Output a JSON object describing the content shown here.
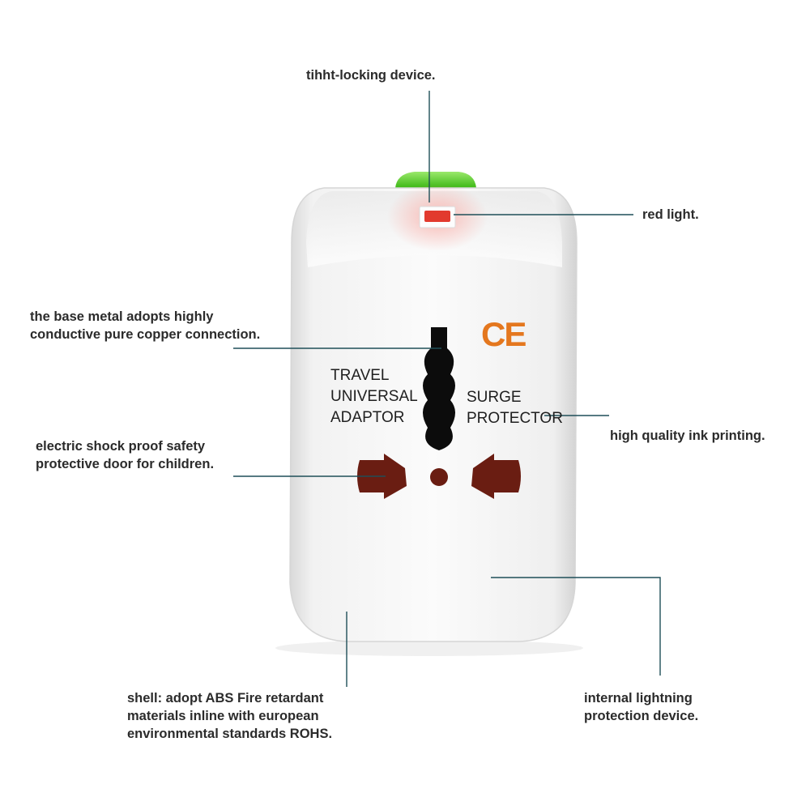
{
  "product_print": {
    "left_lines": [
      "TRAVEL",
      "UNIVERSAL",
      "ADAPTOR"
    ],
    "right_lines": [
      "SURGE",
      "PROTECTOR"
    ],
    "ce_mark": "CE"
  },
  "callouts": {
    "locking_device": "tihht-locking device.",
    "red_light": "red light.",
    "copper": [
      "the base metal adopts highly",
      "conductive pure copper connection."
    ],
    "ink_printing": "high quality ink printing.",
    "safety_door": [
      "electric shock proof safety",
      "protective door for children."
    ],
    "shell": [
      "shell: adopt ABS Fire retardant",
      "materials inline with european",
      "environmental standards ROHS."
    ],
    "lightning": [
      "internal lightning",
      "protection device."
    ]
  },
  "colors": {
    "callout_line": "#1f4f58",
    "ce_mark": "#e4771e",
    "red_light": "#e23a2e",
    "release_button": "#4cd11f",
    "socket_holes": "#6a1d12",
    "body": "#f6f6f6"
  }
}
